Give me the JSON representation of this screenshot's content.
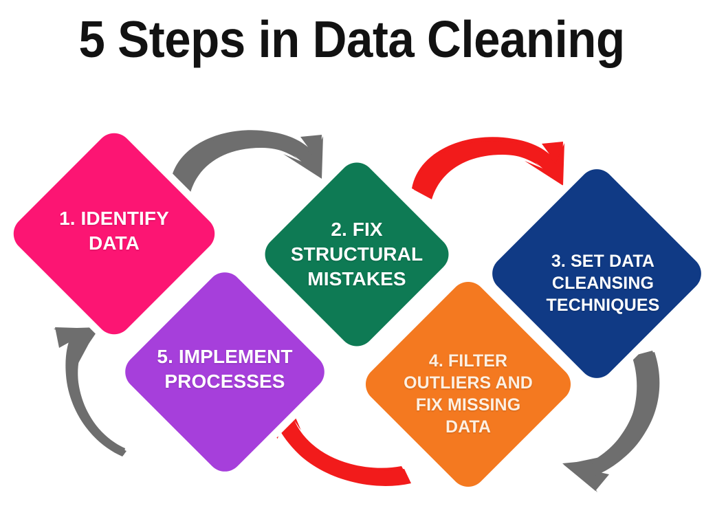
{
  "page": {
    "title": "5 Steps in Data Cleaning",
    "background_color": "#ffffff"
  },
  "diagram": {
    "type": "cycle-diagram",
    "shape": "diamond",
    "node_count": 5,
    "nodes": [
      {
        "step": "1",
        "label": "1. IDENTIFY\nDATA",
        "color": "#fc1573",
        "text_color": "#ffffff"
      },
      {
        "step": "2",
        "label": "2. FIX\nSTRUCTURAL\nMISTAKES",
        "color": "#0e7a54",
        "text_color": "#ffffff"
      },
      {
        "step": "3",
        "label": "3. SET DATA\nCLEANSING\nTECHNIQUES",
        "color": "#103a85",
        "text_color": "#ffffff"
      },
      {
        "step": "4",
        "label": "4. FILTER\nOUTLIERS AND\nFIX MISSING\nDATA",
        "color": "#f47920",
        "text_color": "#fdf0e2"
      },
      {
        "step": "5",
        "label": "5. IMPLEMENT\nPROCESSES",
        "color": "#a63fdb",
        "text_color": "#ffffff"
      }
    ],
    "connectors": [
      {
        "from": "1",
        "to": "2",
        "color": "#6e6e6e",
        "direction": "right"
      },
      {
        "from": "2",
        "to": "3",
        "color": "#f21b1b",
        "direction": "right"
      },
      {
        "from": "3",
        "to": "4",
        "color": "#6e6e6e",
        "direction": "down-left"
      },
      {
        "from": "4",
        "to": "5",
        "color": "#f21b1b",
        "direction": "left"
      },
      {
        "from": "5",
        "to": "1",
        "color": "#6e6e6e",
        "direction": "up-left"
      }
    ]
  }
}
